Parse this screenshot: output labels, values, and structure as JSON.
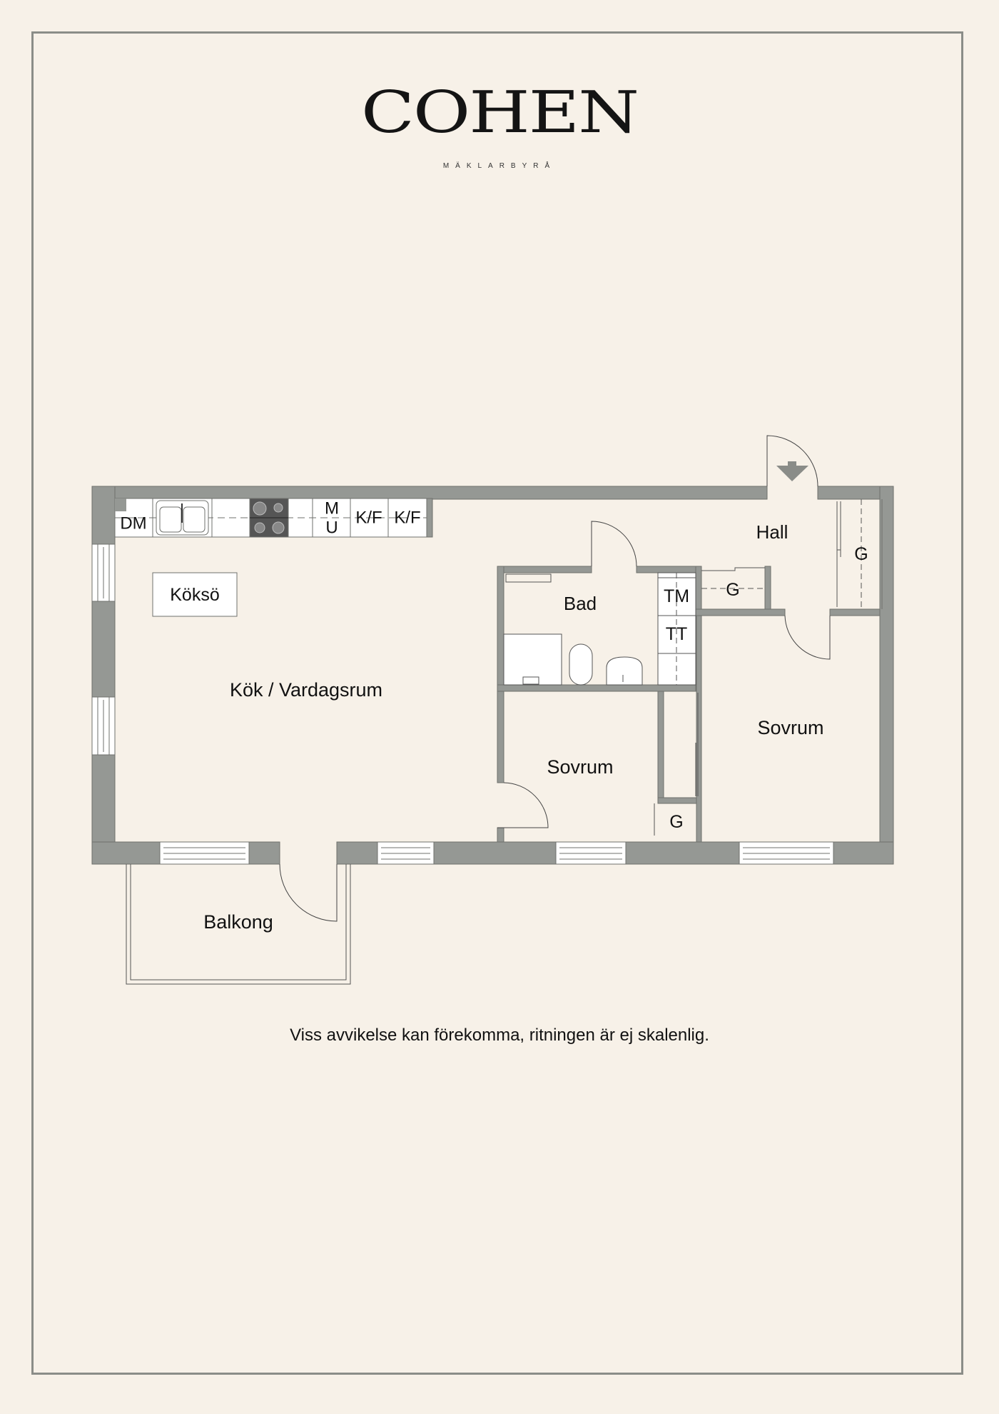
{
  "brand": {
    "logo": "COHEN",
    "subtitle": "MÄKLARBYRÅ"
  },
  "colors": {
    "background": "#f7f1e8",
    "frame": "#8b8d88",
    "wall": "#959894",
    "wall_edge": "#6f716d",
    "fixture": "#ffffff",
    "stove": "#555555",
    "text": "#111111"
  },
  "rooms": {
    "kitchen_living": "Kök / Vardagsrum",
    "kitchen_island": "Köksö",
    "bathroom": "Bad",
    "hall": "Hall",
    "bedroom_1": "Sovrum",
    "bedroom_2": "Sovrum",
    "balcony": "Balkong"
  },
  "fixtures": {
    "dishwasher": "DM",
    "microwave_oven_top": "M",
    "microwave_oven_bottom": "U",
    "fridge_freezer_1": "K/F",
    "fridge_freezer_2": "K/F",
    "washing_machine": "TM",
    "dryer": "TT",
    "closet_hall_right": "G",
    "closet_hall_small": "G",
    "closet_bedroom": "G"
  },
  "entrance": {
    "icon": "entrance-arrow-icon"
  },
  "disclaimer": "Viss avvikelse kan förekomma, ritningen är ej skalenlig."
}
